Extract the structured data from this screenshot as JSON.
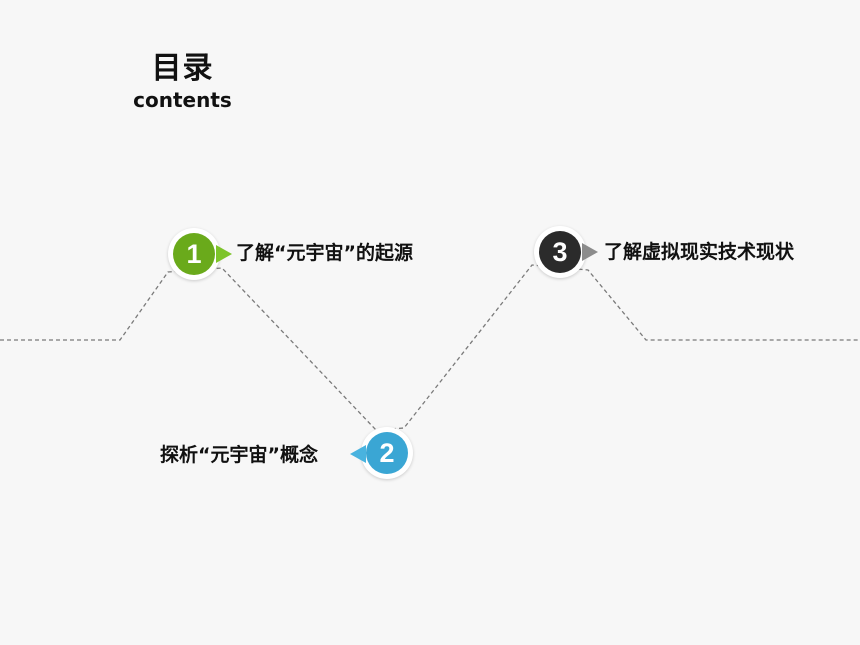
{
  "title": {
    "main": "目录",
    "sub": "contents"
  },
  "items": [
    {
      "number": "1",
      "label": "了解“元宇宙”的起源",
      "color": "#6aaa1b",
      "pointer_color": "#7dc42a"
    },
    {
      "number": "2",
      "label": "探析“元宇宙”概念",
      "color": "#3aa6d4",
      "pointer_color": "#49b3df"
    },
    {
      "number": "3",
      "label": "了解虚拟现实技术现状",
      "color": "#2b2b2b",
      "pointer_color": "#8c8c8c"
    }
  ],
  "colors": {
    "background": "#f7f7f7",
    "connector": "#7a7a7a"
  }
}
